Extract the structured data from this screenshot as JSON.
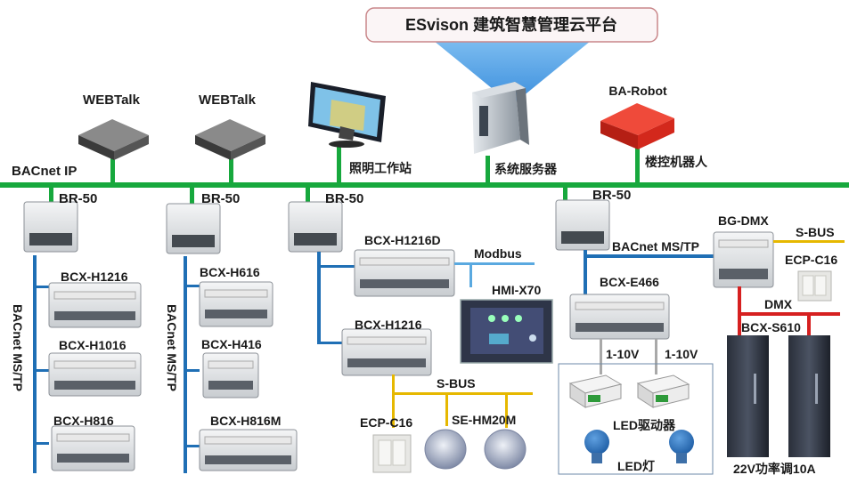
{
  "header": {
    "title": "ESvison 建筑智慧管理云平台"
  },
  "top_devices": {
    "webtalk_1": "WEBTalk",
    "webtalk_2": "WEBTalk",
    "workstation": "照明工作站",
    "server": "系统服务器",
    "robot_name": "BA-Robot",
    "robot_label": "楼控机器人"
  },
  "network": {
    "backbone": "BACnet IP",
    "mstp_1": "BACnet MS/TP",
    "mstp_2": "BACnet MS/TP",
    "mstp_3": "BACnet MS/TP"
  },
  "routers": [
    "BR-50",
    "BR-50",
    "BR-50",
    "BR-50"
  ],
  "column_1": [
    "BCX-H1216",
    "BCX-H1016",
    "BCX-H816"
  ],
  "column_2": [
    "BCX-H616",
    "BCX-H416",
    "BCX-H816M"
  ],
  "column_3": {
    "module_top": "BCX-H1216D",
    "modbus": "Modbus",
    "hmi": "HMI-X70",
    "module_bottom": "BCX-H1216",
    "sbus": "S-BUS",
    "panel": "ECP-C16",
    "sensor": "SE-HM20M"
  },
  "column_4": {
    "module": "BCX-E466",
    "signal_1": "1-10V",
    "signal_2": "1-10V",
    "driver": "LED驱动器",
    "lamp": "LED灯"
  },
  "column_5": {
    "gateway": "BG-DMX",
    "sbus": "S-BUS",
    "panel": "ECP-C16",
    "dmx": "DMX",
    "dimmer": "BCX-S610",
    "dimmer_caption": "22V功率调10A"
  },
  "colors": {
    "backbone": "#17a83d",
    "mstp": "#1f6fb5",
    "sbus": "#e6b800",
    "dmx": "#d62020",
    "modbus": "#5aa9e0",
    "signal": "#a9a9a9",
    "title_border": "#c9878a",
    "funnel": "#5aa6e6"
  }
}
